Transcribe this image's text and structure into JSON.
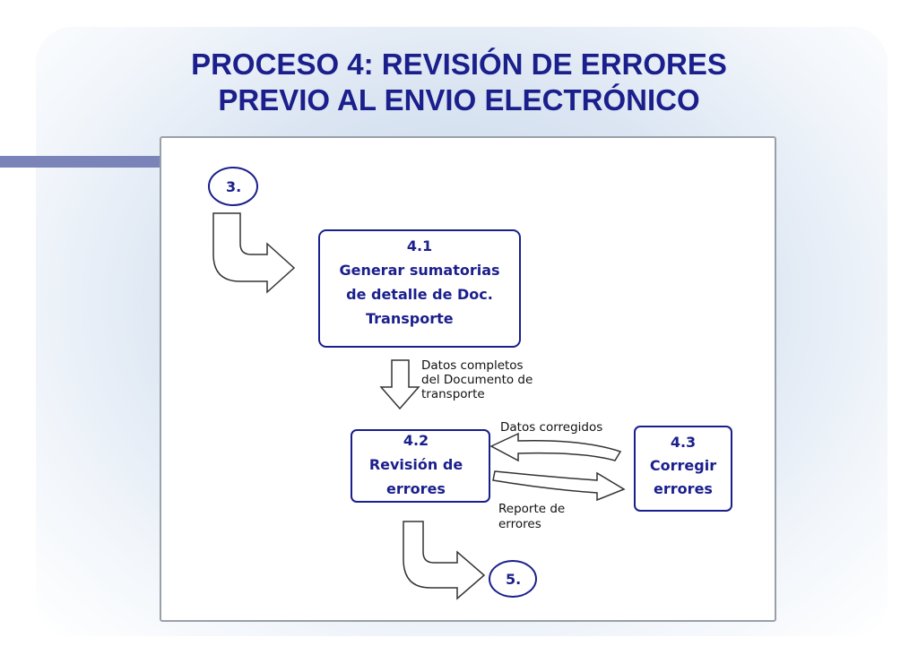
{
  "title": {
    "line1": "PROCESO 4:  REVISIÓN DE ERRORES",
    "line2": "PREVIO AL ENVIO ELECTRÓNICO"
  },
  "diagram": {
    "start_node": "3.",
    "end_node": "5.",
    "box_41": {
      "num": "4.1",
      "line1": "Generar sumatorias",
      "line2": "de detalle de Doc.",
      "line3": "Transporte"
    },
    "box_42": {
      "num": "4.2",
      "line1": "Revisión de",
      "line2": "errores"
    },
    "box_43": {
      "num": "4.3",
      "line1": "Corregir",
      "line2": "errores"
    },
    "flow_label_1": {
      "line1": "Datos completos",
      "line2": "del Documento de",
      "line3": "transporte"
    },
    "flow_label_2": "Datos corregidos",
    "flow_label_3": {
      "line1": "Reporte de",
      "line2": "errores"
    }
  },
  "colors": {
    "title": "#1a1f8c",
    "accent_bar": "#7b84b8",
    "node_outline": "#1a1f8c"
  }
}
